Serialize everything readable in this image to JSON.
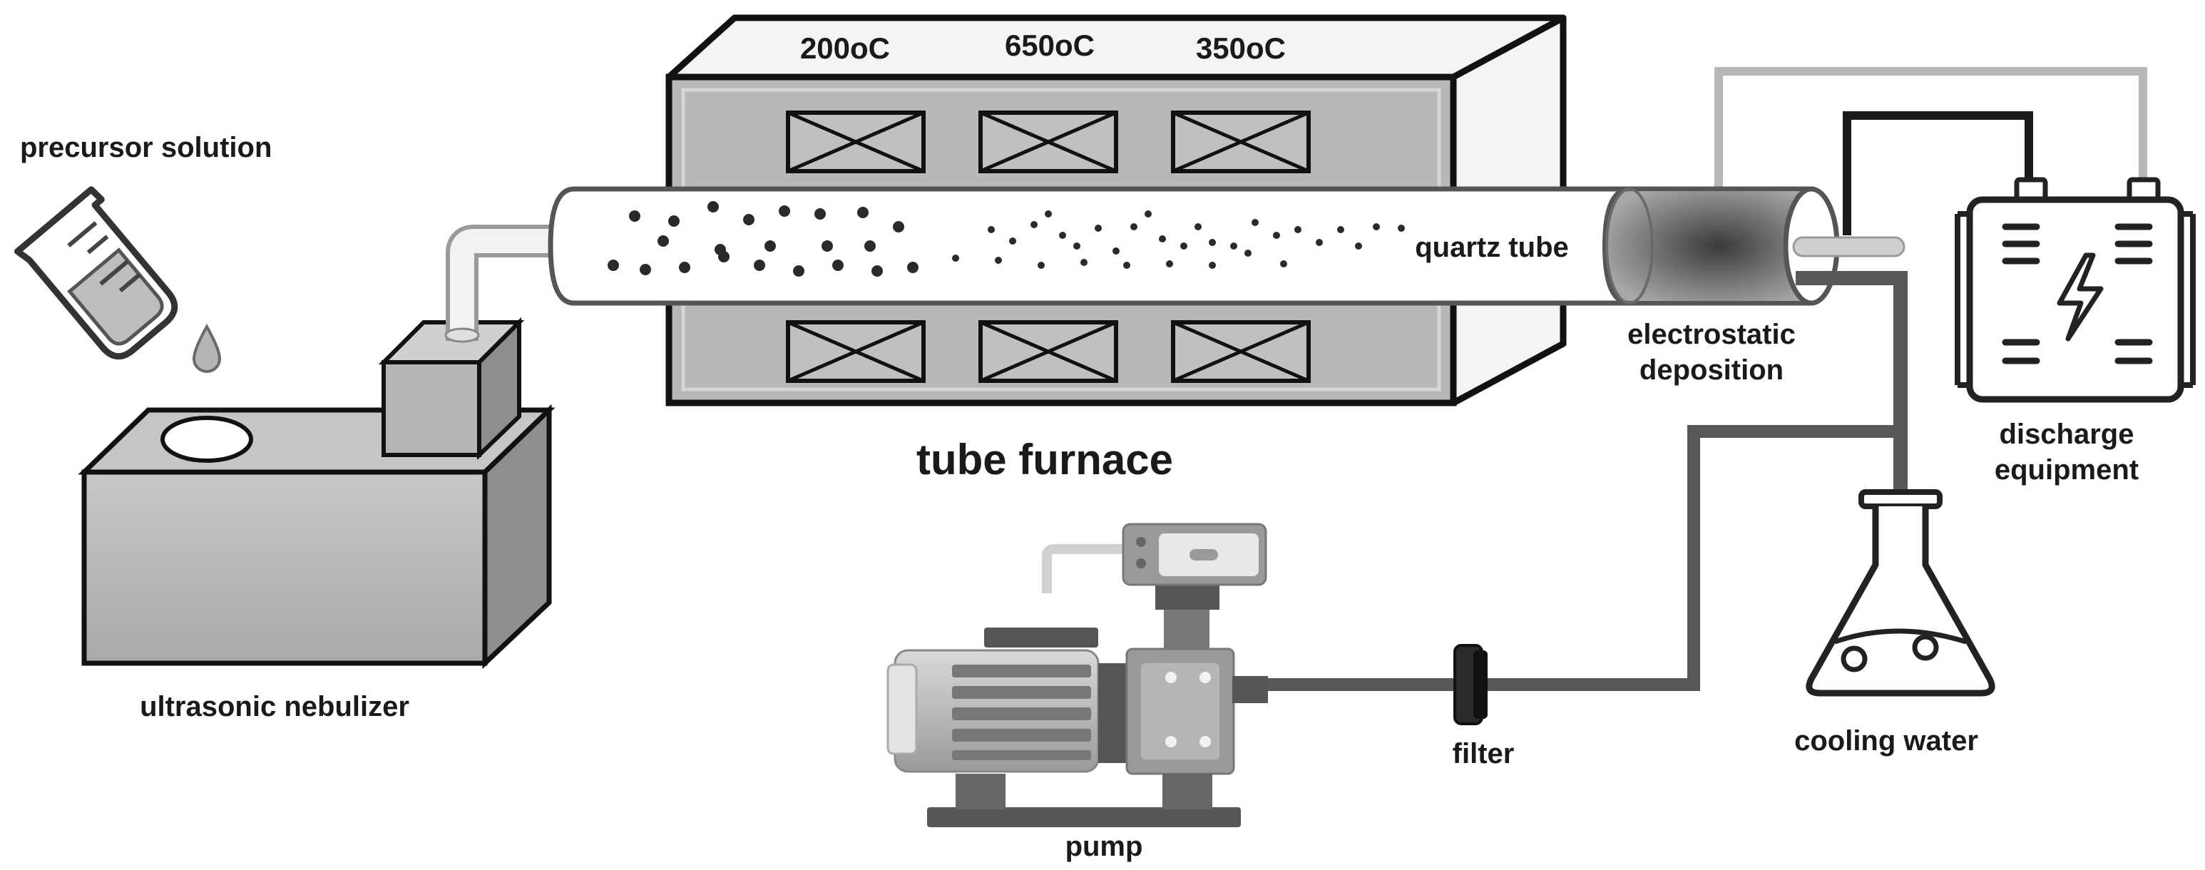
{
  "labels": {
    "precursor_solution": "precursor solution",
    "ultrasonic_nebulizer": "ultrasonic nebulizer",
    "tube_furnace": "tube furnace",
    "quartz_tube": "quartz tube",
    "electrostatic_line1": "electrostatic",
    "electrostatic_line2": "deposition",
    "discharge_line1": "discharge",
    "discharge_line2": "equipment",
    "cooling_water": "cooling water",
    "filter": "filter",
    "pump": "pump"
  },
  "zones": [
    {
      "temp": "200",
      "unit": "oC"
    },
    {
      "temp": "650",
      "unit": "oC"
    },
    {
      "temp": "350",
      "unit": "oC"
    }
  ],
  "colors": {
    "outline": "#111111",
    "furnace_face": "#bdbdbd",
    "furnace_side": "#f2f2f2",
    "tube_fill": "#ffffff",
    "pipe_dark": "#585858",
    "wire_light": "#b8b8b8",
    "wire_dark": "#1a1a1a",
    "particle": "#2a2a2a"
  }
}
